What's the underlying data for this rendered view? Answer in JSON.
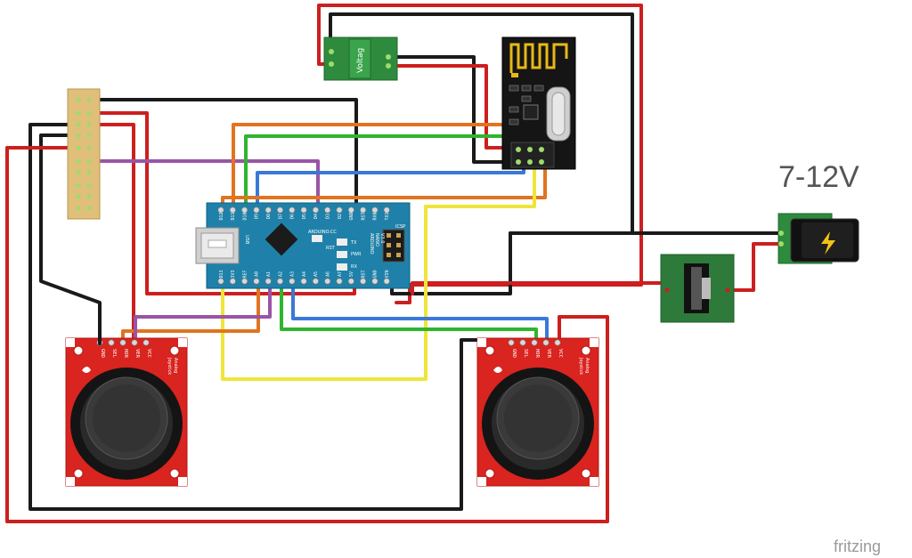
{
  "power_label": "7-12V",
  "watermark": "fritzing",
  "regulator_label": "Voltag",
  "nano": {
    "brand": "ARDUINO.CC",
    "model_lines": [
      "ARDUINO",
      "NANO",
      "V3.0"
    ],
    "icsp_label": "ICSP",
    "usb_label": "USB",
    "rst_label": "RST",
    "pwr_label": "PWR",
    "tx_label": "TX",
    "rx_label": "RX",
    "top_pins": [
      "D12",
      "D11",
      "D10",
      "D9",
      "D8",
      "D7",
      "D6",
      "D5",
      "D4",
      "D3",
      "D2",
      "GND",
      "RST",
      "RX0",
      "TX1"
    ],
    "bottom_pins": [
      "D13",
      "3V3",
      "REF",
      "A0",
      "A1",
      "A2",
      "A3",
      "A4",
      "A5",
      "A6",
      "A7",
      "5V",
      "RST",
      "GND",
      "VIN"
    ]
  },
  "joystick_pins": [
    "GND",
    "SEL",
    "HOR",
    "VER",
    "VCC"
  ],
  "joystick_title": [
    "Analog",
    "Joystick"
  ],
  "wire_colors": {
    "red": "#cc1f1f",
    "black": "#1a1a1a",
    "orange": "#e07420",
    "green": "#2fb52f",
    "blue": "#3b78d8",
    "purple": "#9a54a6",
    "yellow": "#efe53a"
  }
}
